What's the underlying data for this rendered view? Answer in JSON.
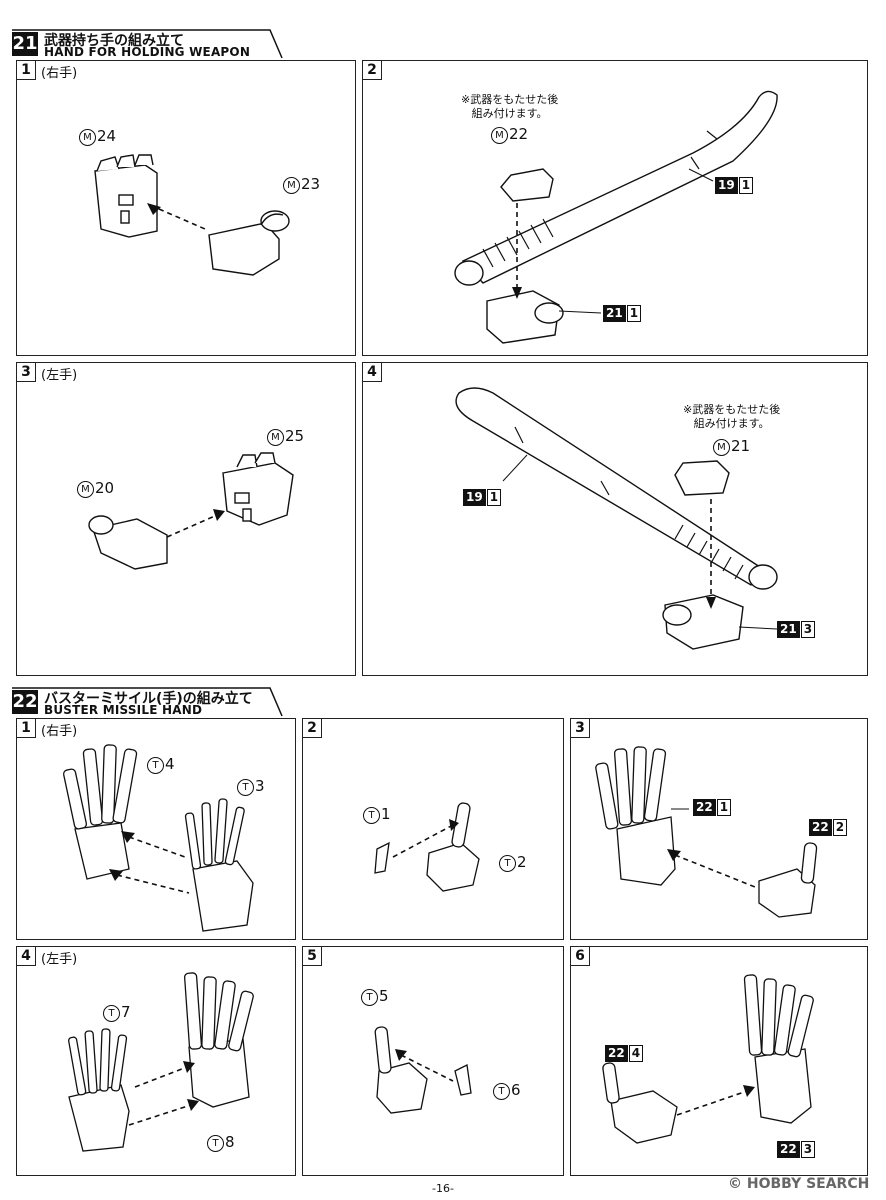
{
  "sections": [
    {
      "number": "21",
      "title_jp": "武器持ち手の組み立て",
      "title_en": "HAND FOR HOLDING WEAPON",
      "steps": [
        {
          "number": "1",
          "note": "(右手)",
          "parts": {
            "a": "24",
            "b": "23"
          },
          "circle": "M"
        },
        {
          "number": "2",
          "note": "※武器をもたせた後\n組み付けます。",
          "parts": {
            "a": "22"
          },
          "circle": "M",
          "refs": [
            {
              "num": "19",
              "step": "1"
            },
            {
              "num": "21",
              "step": "1"
            }
          ]
        },
        {
          "number": "3",
          "note": "(左手)",
          "parts": {
            "a": "25",
            "b": "20"
          },
          "circle": "M"
        },
        {
          "number": "4",
          "note": "※武器をもたせた後\n組み付けます。",
          "parts": {
            "a": "21"
          },
          "circle": "M",
          "refs": [
            {
              "num": "19",
              "step": "1"
            },
            {
              "num": "21",
              "step": "3"
            }
          ]
        }
      ]
    },
    {
      "number": "22",
      "title_jp": "バスターミサイル(手)の組み立て",
      "title_en": "BUSTER MISSILE HAND",
      "steps": [
        {
          "number": "1",
          "note": "(右手)",
          "parts": {
            "a": "4",
            "b": "3"
          },
          "circle": "T"
        },
        {
          "number": "2",
          "parts": {
            "a": "1",
            "b": "2"
          },
          "circle": "T"
        },
        {
          "number": "3",
          "refs": [
            {
              "num": "22",
              "step": "1"
            },
            {
              "num": "22",
              "step": "2"
            }
          ]
        },
        {
          "number": "4",
          "note": "(左手)",
          "parts": {
            "a": "7",
            "b": "8"
          },
          "circle": "T"
        },
        {
          "number": "5",
          "parts": {
            "a": "5",
            "b": "6"
          },
          "circle": "T"
        },
        {
          "number": "6",
          "refs": [
            {
              "num": "22",
              "step": "4"
            },
            {
              "num": "22",
              "step": "3"
            }
          ]
        }
      ]
    }
  ],
  "footer": {
    "page_number": "-16-",
    "watermark": "© HOBBY SEARCH"
  }
}
